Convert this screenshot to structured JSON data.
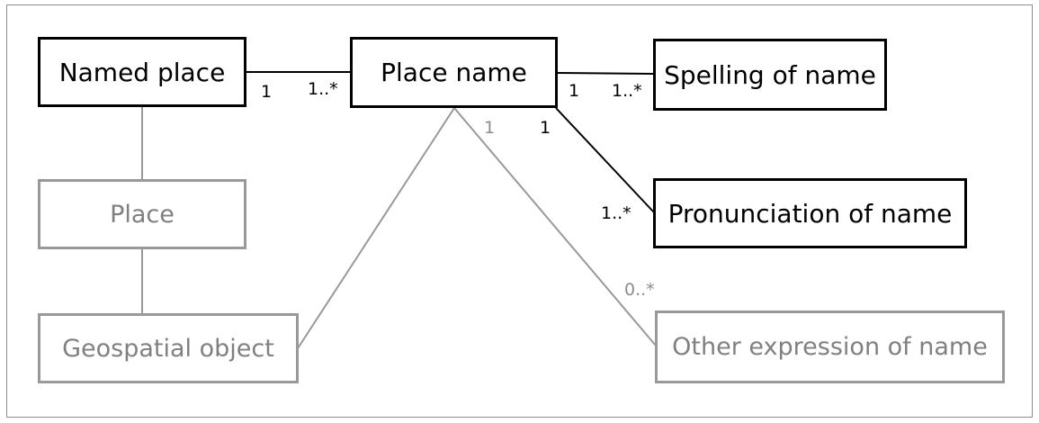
{
  "colors": {
    "primary": "#000000",
    "secondary": "#999999",
    "secondary_text": "#808080"
  },
  "boxes": {
    "named_place": "Named place",
    "place_name": "Place name",
    "spelling": "Spelling of name",
    "pronunciation": "Pronunciation of name",
    "place": "Place",
    "geospatial": "Geospatial object",
    "other_expression": "Other expression of name"
  },
  "multiplicities": {
    "named_place_side": "1",
    "place_name_from_named": "1..*",
    "place_name_to_spelling": "1",
    "spelling_side": "1..*",
    "place_name_to_pronunciation": "1",
    "pronunciation_side": "1..*",
    "place_name_to_other": "1",
    "other_side": "0..*"
  }
}
